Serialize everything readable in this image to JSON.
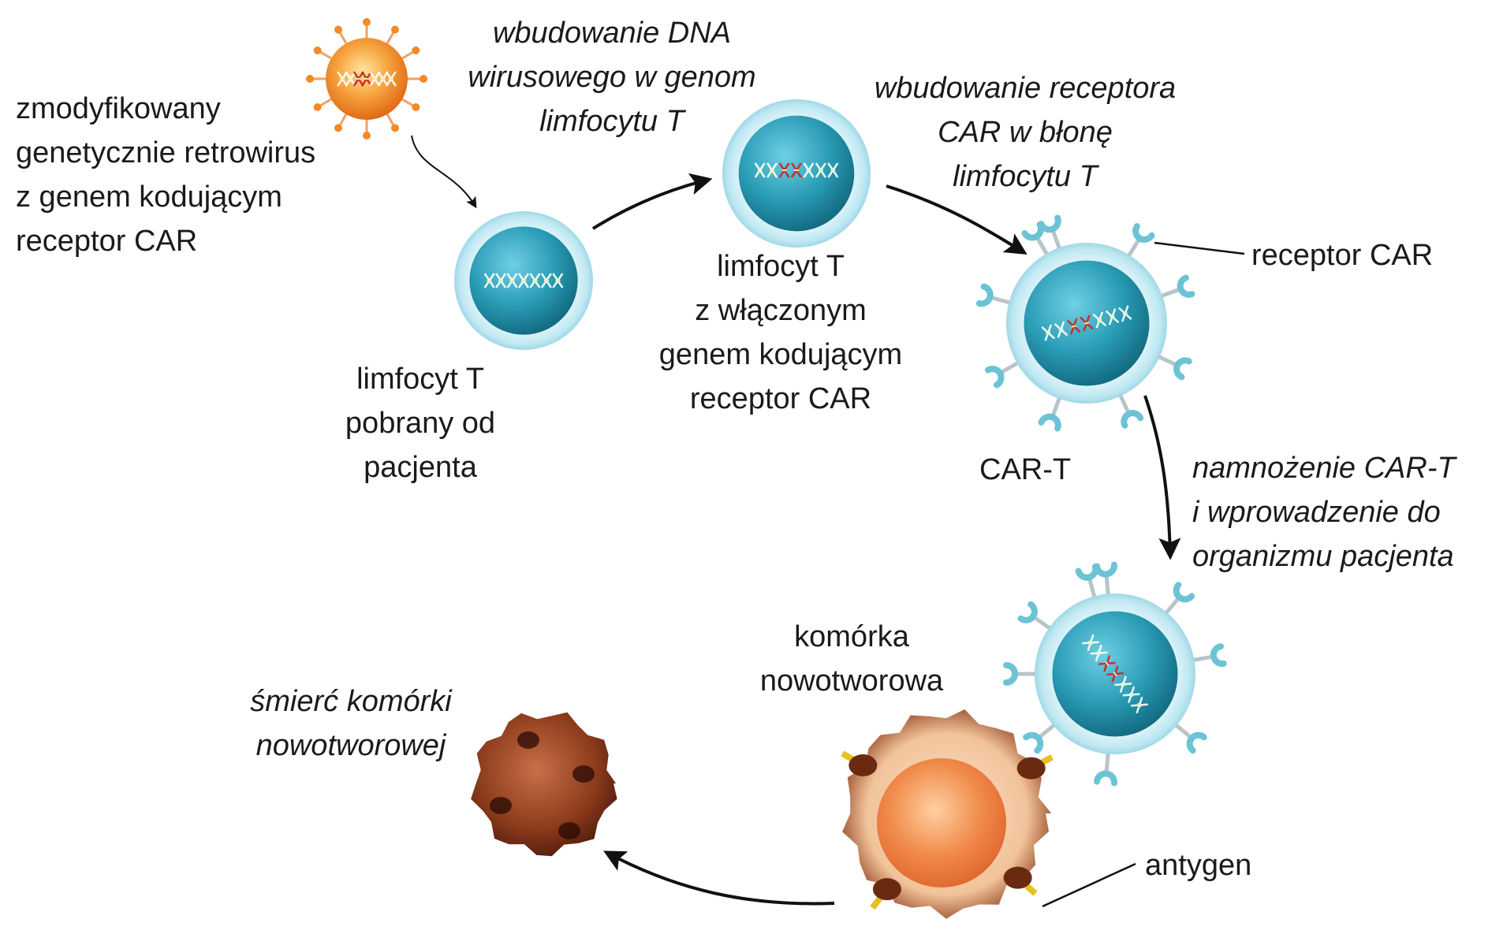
{
  "labels": {
    "retrovirus": [
      "zmodyfikowany",
      "genetycznie retrowirus",
      "z genem kodującym",
      "receptor CAR"
    ],
    "dna_integration": [
      "wbudowanie DNA",
      "wirusowego w genom",
      "limfocytu T"
    ],
    "t_cell_patient": [
      "limfocyt T",
      "pobrany od",
      "pacjenta"
    ],
    "t_cell_gene": [
      "limfocyt T",
      "z włączonym",
      "genem kodującym",
      "receptor CAR"
    ],
    "car_integration": [
      "wbudowanie receptora",
      "CAR w błonę",
      "limfocytu T"
    ],
    "receptor_car": "receptor CAR",
    "car_t": "CAR-T",
    "expansion": [
      "namnożenie CAR-T",
      "i wprowadzenie do",
      "organizmu pacjenta"
    ],
    "tumor_cell": [
      "komórka",
      "nowotworowa"
    ],
    "tumor_death": [
      "śmierć komórki",
      "nowotworowej"
    ],
    "antigen": "antygen"
  },
  "colors": {
    "cell_nucleus": "#2a9cb5",
    "cell_membrane": "#bfe8f2",
    "receptor": "#6cc3d6",
    "receptor_stalk": "#b8c4c8",
    "virus": "#f08a2a",
    "tumor": "#b8502a",
    "tumor_inner": "#f08a4a",
    "dead_cell": "#8a3a1a",
    "antigen": "#e8c020",
    "dna_red": "#d02020",
    "arrow": "#111111"
  }
}
